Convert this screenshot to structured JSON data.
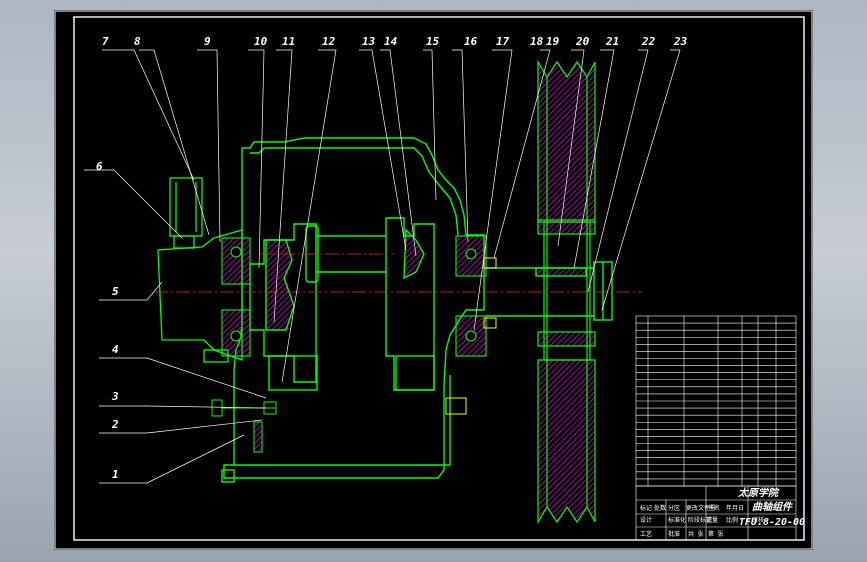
{
  "drawing": {
    "background": "#000000",
    "colors": {
      "outline": "#00ff00",
      "border": "#ffffff",
      "centerline": "#ff2222",
      "hatch": "#ff00ff",
      "leader": "#ffffff",
      "bolt": "#ffff00"
    },
    "part_labels": [
      "1",
      "2",
      "3",
      "4",
      "5",
      "6",
      "7",
      "8",
      "9",
      "10",
      "11",
      "12",
      "13",
      "14",
      "15",
      "16",
      "17",
      "18",
      "19",
      "20",
      "21",
      "22",
      "23"
    ],
    "title_block": {
      "school": "太原学院",
      "drawing_name": "曲轴组件",
      "drawing_number": "TFU.8-20-00",
      "small_fields": [
        "标记",
        "处数",
        "分区",
        "更改文件号",
        "签名",
        "年月日",
        "设计",
        "标准化",
        "阶段标记",
        "重量",
        "比例",
        "审核",
        "工艺",
        "批准",
        "共 张",
        "第 张"
      ]
    }
  }
}
